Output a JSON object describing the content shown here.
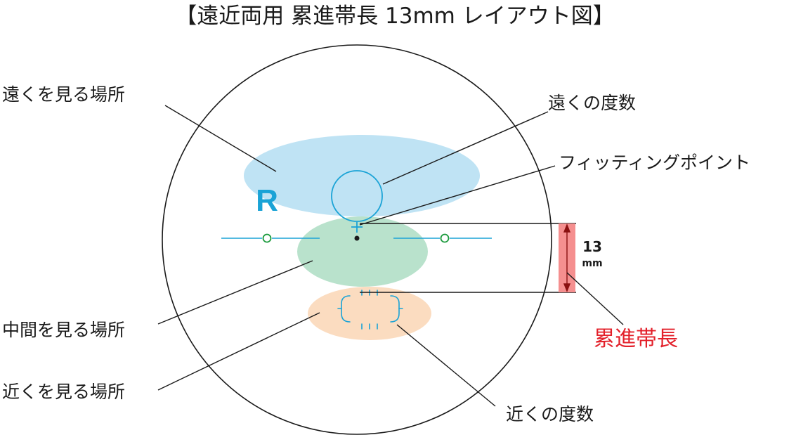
{
  "title": "【遠近両用 累進帯長 13mm レイアウト図】",
  "lens_side": "R",
  "labels": {
    "far_area": "遠くを見る場所",
    "middle_area": "中間を見る場所",
    "near_area": "近くを見る場所",
    "far_power": "遠くの度数",
    "fitting_point": "フィッティングポイント",
    "near_power": "近くの度数",
    "corridor_length": "累進帯長"
  },
  "measurement": {
    "value": "13",
    "unit": "mm"
  },
  "colors": {
    "far_zone": "#bfe3f4",
    "middle_zone": "#b9e2cc",
    "near_zone": "#fbdcc0",
    "accent_cyan": "#1aa3d6",
    "marker_green": "#1a9a3c",
    "corridor_red": "#e3202a",
    "corridor_fill": "#f58f8f",
    "outline": "#1a1a1a"
  }
}
